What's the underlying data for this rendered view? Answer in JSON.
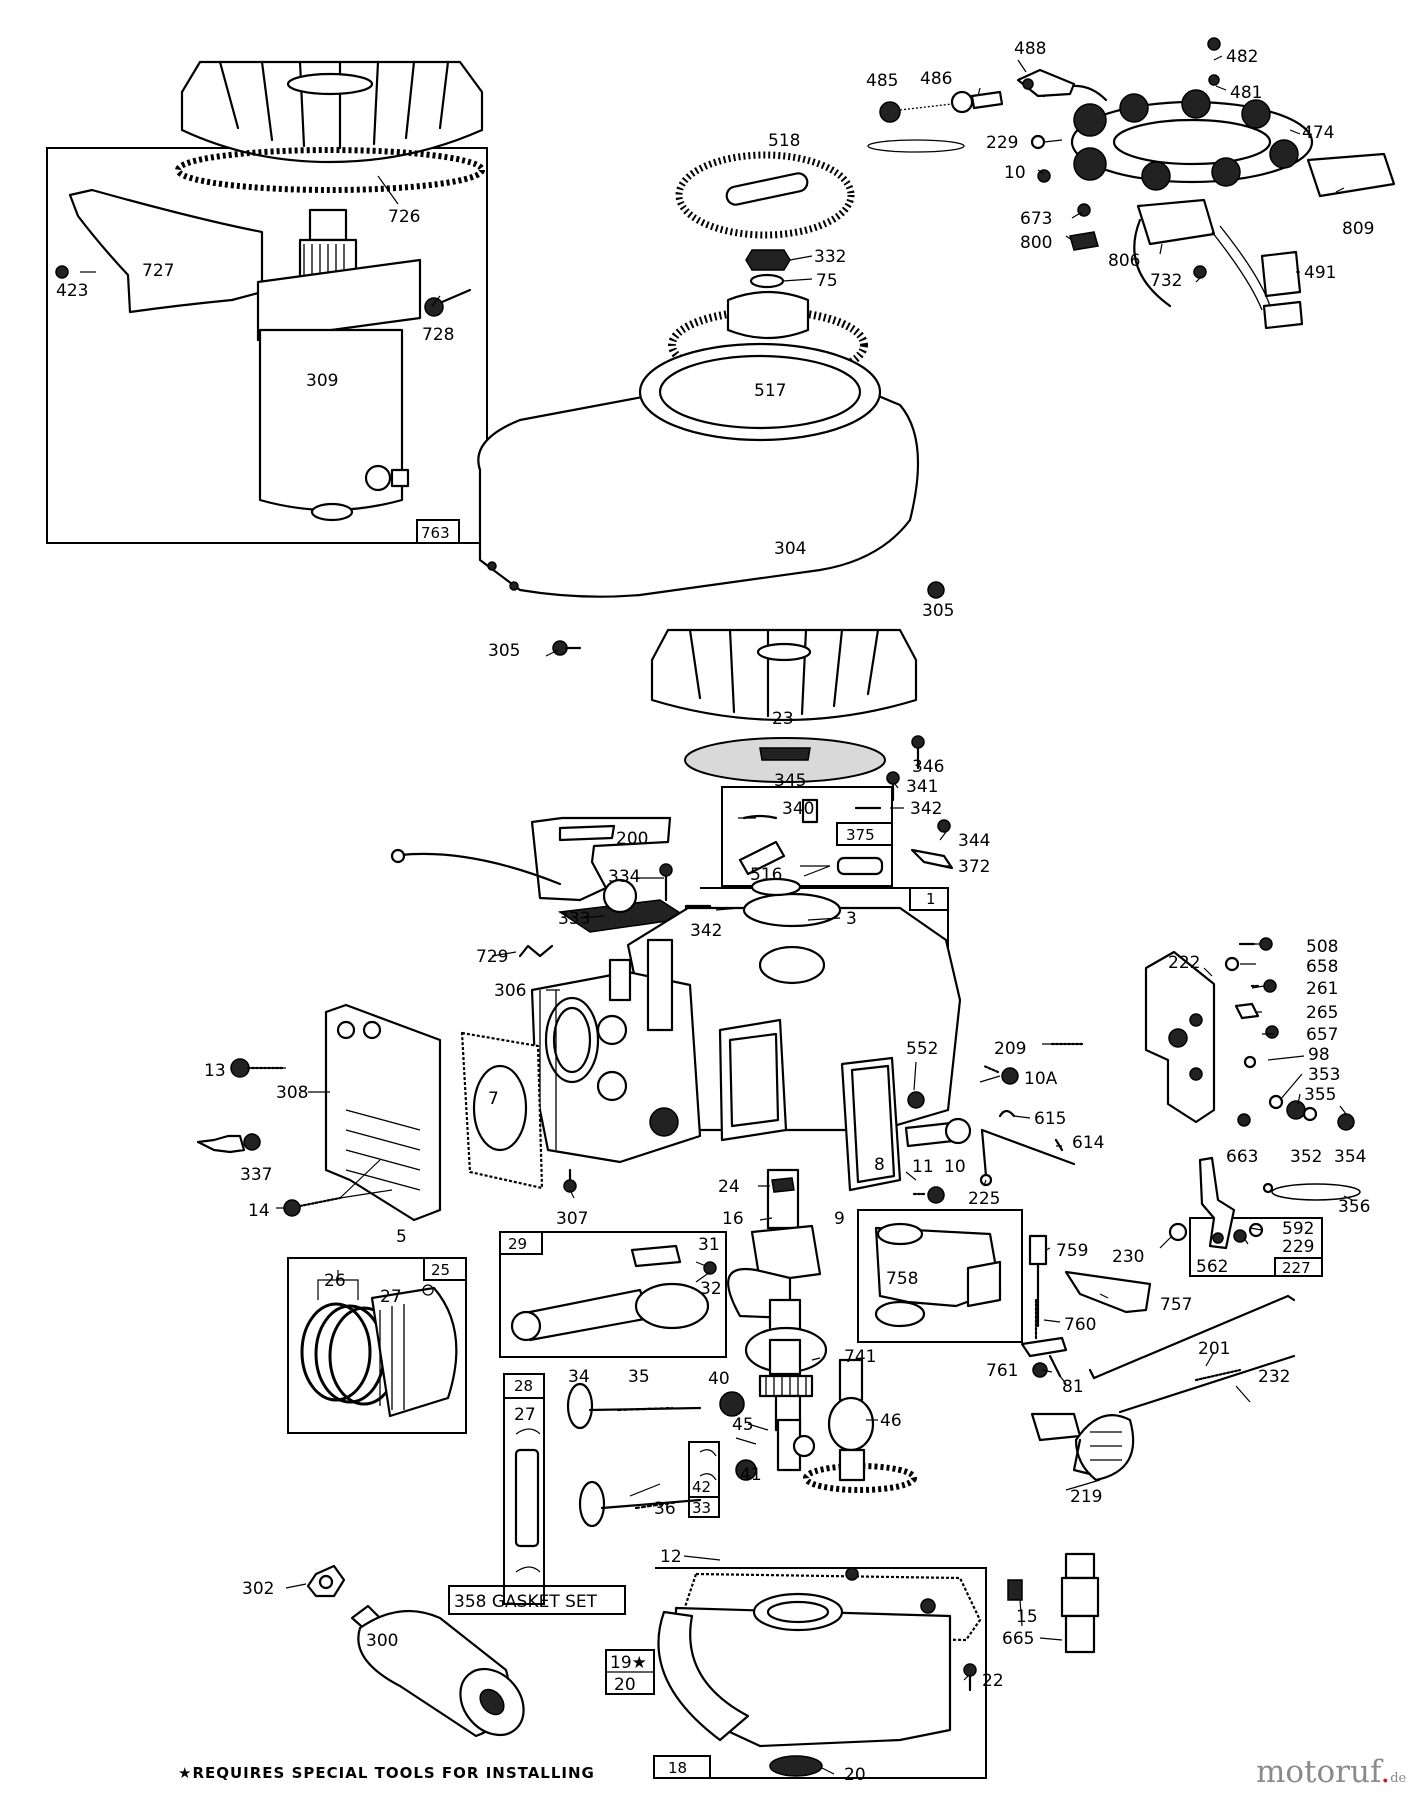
{
  "labels": [
    {
      "id": "726",
      "text": "726"
    },
    {
      "id": "727",
      "text": "727"
    },
    {
      "id": "423",
      "text": "423"
    },
    {
      "id": "728",
      "text": "728"
    },
    {
      "id": "309",
      "text": "309"
    },
    {
      "id": "763",
      "text": "763"
    },
    {
      "id": "518",
      "text": "518"
    },
    {
      "id": "332",
      "text": "332"
    },
    {
      "id": "75",
      "text": "75"
    },
    {
      "id": "517",
      "text": "517"
    },
    {
      "id": "485",
      "text": "485"
    },
    {
      "id": "486",
      "text": "486"
    },
    {
      "id": "488",
      "text": "488"
    },
    {
      "id": "482",
      "text": "482"
    },
    {
      "id": "481",
      "text": "481"
    },
    {
      "id": "474",
      "text": "474"
    },
    {
      "id": "229a",
      "text": "229"
    },
    {
      "id": "10a",
      "text": "10"
    },
    {
      "id": "673",
      "text": "673"
    },
    {
      "id": "800",
      "text": "800"
    },
    {
      "id": "806",
      "text": "806"
    },
    {
      "id": "809",
      "text": "809"
    },
    {
      "id": "732",
      "text": "732"
    },
    {
      "id": "491",
      "text": "491"
    },
    {
      "id": "304",
      "text": "304"
    },
    {
      "id": "305a",
      "text": "305"
    },
    {
      "id": "305b",
      "text": "305"
    },
    {
      "id": "23",
      "text": "23"
    },
    {
      "id": "346",
      "text": "346"
    },
    {
      "id": "345",
      "text": "345"
    },
    {
      "id": "341",
      "text": "341"
    },
    {
      "id": "340",
      "text": "340"
    },
    {
      "id": "342a",
      "text": "342"
    },
    {
      "id": "375",
      "text": "375"
    },
    {
      "id": "344",
      "text": "344"
    },
    {
      "id": "372",
      "text": "372"
    },
    {
      "id": "516",
      "text": "516"
    },
    {
      "id": "200",
      "text": "200"
    },
    {
      "id": "334",
      "text": "334"
    },
    {
      "id": "333",
      "text": "333"
    },
    {
      "id": "342b",
      "text": "342"
    },
    {
      "id": "1",
      "text": "1"
    },
    {
      "id": "3",
      "text": "3"
    },
    {
      "id": "729",
      "text": "729"
    },
    {
      "id": "306",
      "text": "306"
    },
    {
      "id": "13",
      "text": "13"
    },
    {
      "id": "308",
      "text": "308"
    },
    {
      "id": "7",
      "text": "7"
    },
    {
      "id": "337",
      "text": "337"
    },
    {
      "id": "14",
      "text": "14"
    },
    {
      "id": "5",
      "text": "5"
    },
    {
      "id": "307",
      "text": "307"
    },
    {
      "id": "552",
      "text": "552"
    },
    {
      "id": "209",
      "text": "209"
    },
    {
      "id": "10A",
      "text": "10A"
    },
    {
      "id": "615",
      "text": "615"
    },
    {
      "id": "614",
      "text": "614"
    },
    {
      "id": "8",
      "text": "8"
    },
    {
      "id": "11",
      "text": "11"
    },
    {
      "id": "10b",
      "text": "10"
    },
    {
      "id": "225",
      "text": "225"
    },
    {
      "id": "24",
      "text": "24"
    },
    {
      "id": "16",
      "text": "16"
    },
    {
      "id": "9",
      "text": "9"
    },
    {
      "id": "508",
      "text": "508"
    },
    {
      "id": "658",
      "text": "658"
    },
    {
      "id": "222",
      "text": "222"
    },
    {
      "id": "261",
      "text": "261"
    },
    {
      "id": "265",
      "text": "265"
    },
    {
      "id": "657",
      "text": "657"
    },
    {
      "id": "98",
      "text": "98"
    },
    {
      "id": "353",
      "text": "353"
    },
    {
      "id": "355",
      "text": "355"
    },
    {
      "id": "663",
      "text": "663"
    },
    {
      "id": "352",
      "text": "352"
    },
    {
      "id": "354",
      "text": "354"
    },
    {
      "id": "356",
      "text": "356"
    },
    {
      "id": "592",
      "text": "592"
    },
    {
      "id": "229b",
      "text": "229"
    },
    {
      "id": "230",
      "text": "230"
    },
    {
      "id": "562",
      "text": "562"
    },
    {
      "id": "227",
      "text": "227"
    },
    {
      "id": "26",
      "text": "26"
    },
    {
      "id": "25",
      "text": "25"
    },
    {
      "id": "27a",
      "text": "27"
    },
    {
      "id": "29",
      "text": "29"
    },
    {
      "id": "31",
      "text": "31"
    },
    {
      "id": "32",
      "text": "32"
    },
    {
      "id": "759",
      "text": "759"
    },
    {
      "id": "758",
      "text": "758"
    },
    {
      "id": "757",
      "text": "757"
    },
    {
      "id": "760",
      "text": "760"
    },
    {
      "id": "741",
      "text": "741"
    },
    {
      "id": "761",
      "text": "761"
    },
    {
      "id": "81",
      "text": "81"
    },
    {
      "id": "201",
      "text": "201"
    },
    {
      "id": "232",
      "text": "232"
    },
    {
      "id": "28",
      "text": "28"
    },
    {
      "id": "27b",
      "text": "27"
    },
    {
      "id": "34",
      "text": "34"
    },
    {
      "id": "35",
      "text": "35"
    },
    {
      "id": "40",
      "text": "40"
    },
    {
      "id": "45",
      "text": "45"
    },
    {
      "id": "46",
      "text": "46"
    },
    {
      "id": "41",
      "text": "41"
    },
    {
      "id": "42",
      "text": "42"
    },
    {
      "id": "36",
      "text": "36"
    },
    {
      "id": "33",
      "text": "33"
    },
    {
      "id": "219",
      "text": "219"
    },
    {
      "id": "12",
      "text": "12"
    },
    {
      "id": "302",
      "text": "302"
    },
    {
      "id": "300",
      "text": "300"
    },
    {
      "id": "358",
      "text": "358 GASKET SET"
    },
    {
      "id": "15",
      "text": "15"
    },
    {
      "id": "665",
      "text": "665"
    },
    {
      "id": "22",
      "text": "22"
    },
    {
      "id": "19",
      "text": "19★"
    },
    {
      "id": "20a",
      "text": "20"
    },
    {
      "id": "18",
      "text": "18"
    },
    {
      "id": "20b",
      "text": "20"
    }
  ],
  "footnote": "★REQUIRES SPECIAL TOOLS FOR INSTALLING",
  "watermark": {
    "name": "motoruf",
    "dot": ".",
    "tld": "de"
  }
}
